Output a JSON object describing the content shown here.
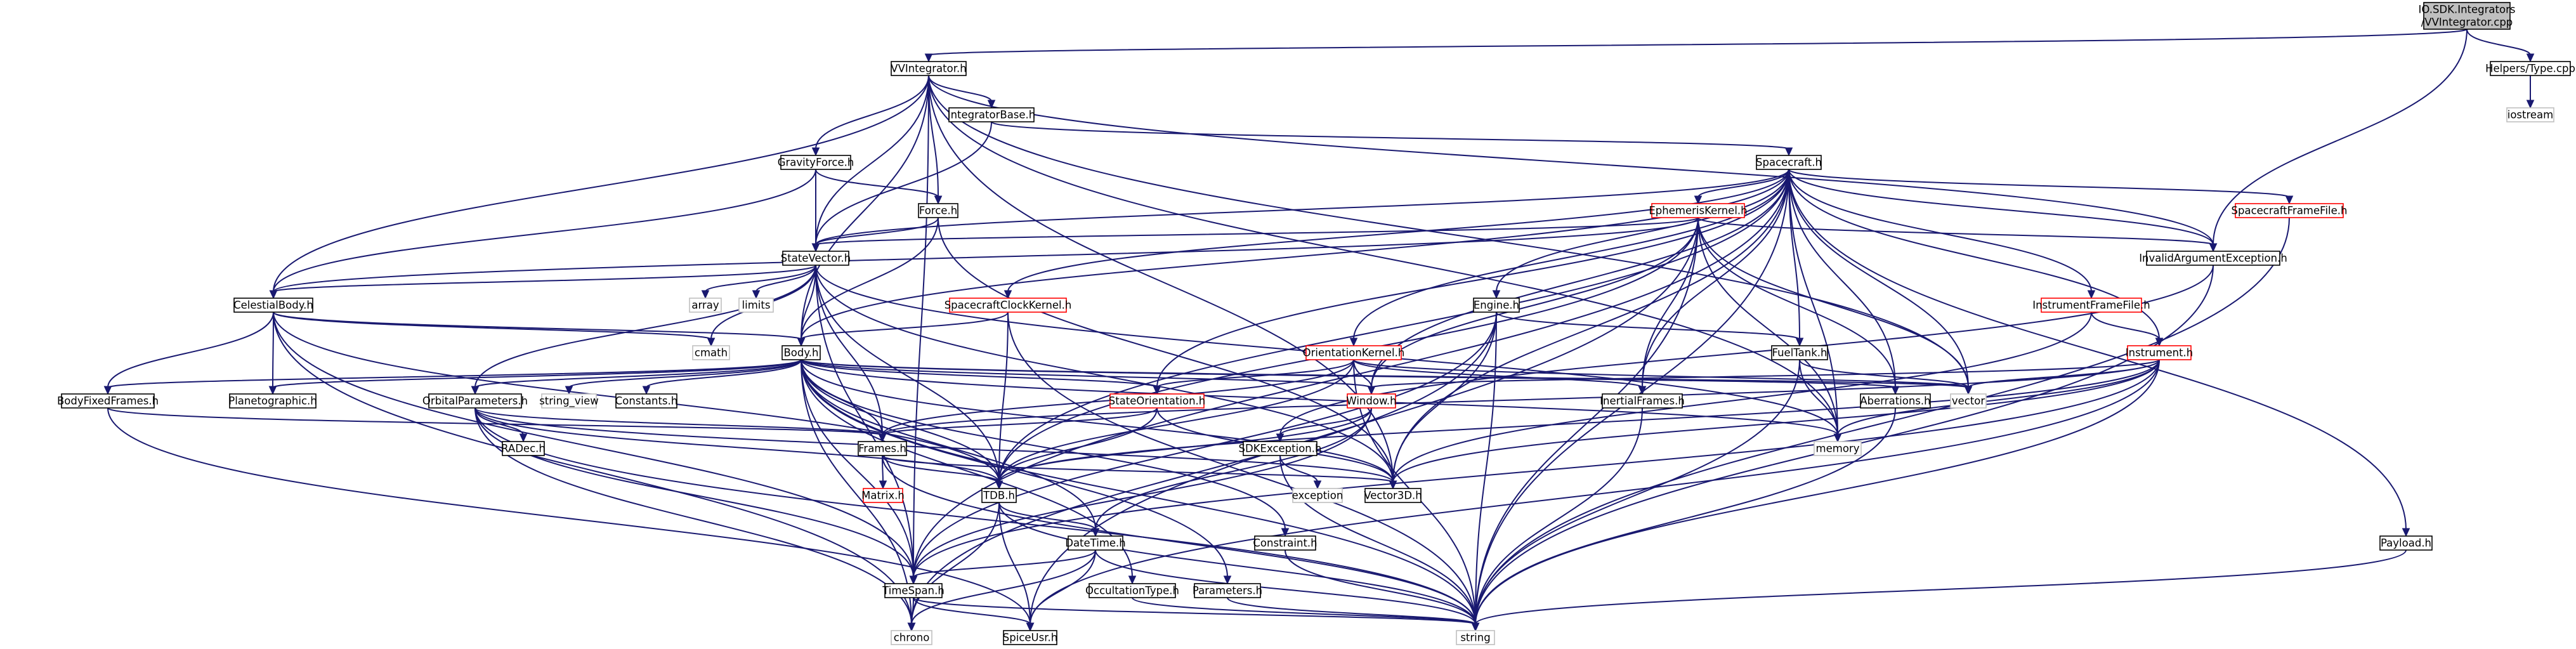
{
  "title": "IO.SDK.Integrators/VVIntegrator.cpp include dependency graph",
  "colors": {
    "edge": "#191970",
    "root_fill": "#bfbfbf",
    "documented_border": "#000000",
    "undocumented_border": "#ff0000",
    "external_border": "#bfbfbf"
  },
  "nodes": {
    "root": {
      "lines": [
        "IO.SDK.Integrators",
        "/VVIntegrator.cpp"
      ]
    },
    "vvintegrator_h": {
      "label": "VVIntegrator.h"
    },
    "helpers_type_cpp": {
      "label": "Helpers/Type.cpp"
    },
    "iostream": {
      "label": "iostream"
    },
    "integratorbase_h": {
      "label": "IntegratorBase.h"
    },
    "gravityforce_h": {
      "label": "GravityForce.h"
    },
    "spacecraft_h": {
      "label": "Spacecraft.h"
    },
    "force_h": {
      "label": "Force.h"
    },
    "statevector_h": {
      "label": "StateVector.h"
    },
    "ephemeriskernel_h": {
      "label": "EphemerisKernel.h"
    },
    "spacecraftframefile_h": {
      "label": "SpacecraftFrameFile.h"
    },
    "invalidargumentexception_h": {
      "label": "InvalidArgumentException.h"
    },
    "celestialbody_h": {
      "label": "CelestialBody.h"
    },
    "spacecraftclockkernel_h": {
      "label": "SpacecraftClockKernel.h"
    },
    "engine_h": {
      "label": "Engine.h"
    },
    "instrumentframefile_h": {
      "label": "InstrumentFrameFile.h"
    },
    "array": {
      "label": "array"
    },
    "limits": {
      "label": "limits"
    },
    "cmath": {
      "label": "cmath"
    },
    "fueltank_h": {
      "label": "FuelTank.h"
    },
    "instrument_h": {
      "label": "Instrument.h"
    },
    "orientationkernel_h": {
      "label": "OrientationKernel.h"
    },
    "body_h": {
      "label": "Body.h"
    },
    "vector": {
      "label": "vector"
    },
    "bodyfixedframes_h": {
      "label": "BodyFixedFrames.h"
    },
    "planetographic_h": {
      "label": "Planetographic.h"
    },
    "orbitalparameters_h": {
      "label": "OrbitalParameters.h"
    },
    "string_view": {
      "label": "string_view"
    },
    "constants_h": {
      "label": "Constants.h"
    },
    "stateorientation_h": {
      "label": "StateOrientation.h"
    },
    "window_h": {
      "label": "Window.h"
    },
    "inertialframes_h": {
      "label": "InertialFrames.h"
    },
    "aberrations_h": {
      "label": "Aberrations.h"
    },
    "memory": {
      "label": "memory"
    },
    "radec_h": {
      "label": "RADec.h"
    },
    "frames_h": {
      "label": "Frames.h"
    },
    "sdkexception_h": {
      "label": "SDKException.h"
    },
    "matrix_h": {
      "label": "Matrix.h"
    },
    "tdb_h": {
      "label": "TDB.h"
    },
    "exception": {
      "label": "exception"
    },
    "vector3d_h": {
      "label": "Vector3D.h"
    },
    "datetime_h": {
      "label": "DateTime.h"
    },
    "constraint_h": {
      "label": "Constraint.h"
    },
    "payload_h": {
      "label": "Payload.h"
    },
    "occultationtype_h": {
      "label": "OccultationType.h"
    },
    "parameters_h": {
      "label": "Parameters.h"
    },
    "timespan_h": {
      "label": "TimeSpan.h"
    },
    "chrono": {
      "label": "chrono"
    },
    "spiceusr_h": {
      "label": "SpiceUsr.h"
    },
    "string": {
      "label": "string"
    }
  }
}
